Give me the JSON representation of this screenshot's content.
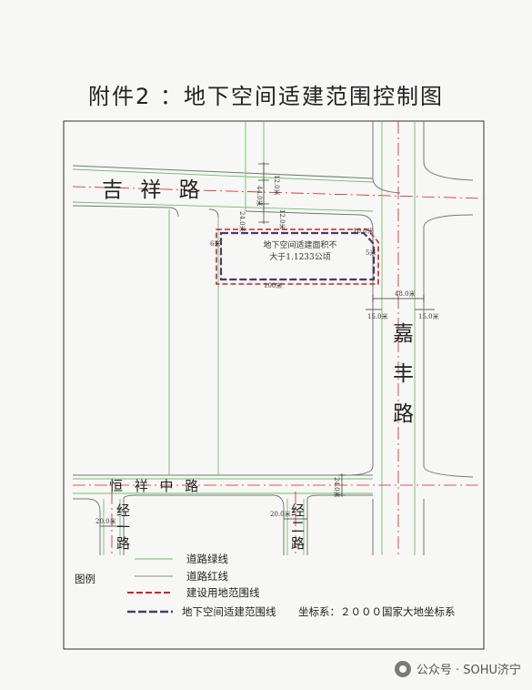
{
  "title": "附件2 ：地下空间适建范围控制图",
  "roads": {
    "jixiang": "吉 祥 路",
    "jiafeng": [
      "嘉",
      "丰",
      "路"
    ],
    "hengxiang": "恒 祥 中 路",
    "jing1": [
      "经",
      "一",
      "路"
    ],
    "jing2": [
      "经",
      "二",
      "路"
    ]
  },
  "dimensions": {
    "d12a": "12.0米",
    "d44": "44.0米",
    "d12b": "12.0米",
    "d24a": "24.0米",
    "d6": "6米",
    "d10": "10.0米",
    "d5": "5米",
    "d100": "100米",
    "d48": "48.0米",
    "d15a": "15.0米",
    "d15b": "15.0米",
    "d24b": "24.0米",
    "d20a": "20.0米",
    "d20b": "20.0米"
  },
  "area_note": {
    "line1": "地下空间适建面积不",
    "line2": "大于1.1233公顷"
  },
  "legend": {
    "heading": "图例",
    "items": [
      {
        "label": "道路绿线",
        "color": "#6cbf6a",
        "style": "solid"
      },
      {
        "label": "道路红线",
        "color": "#888888",
        "style": "solid"
      },
      {
        "label": "建设用地范围线",
        "color": "#d42020",
        "style": "dashed"
      },
      {
        "label": "地下空间适建范围线",
        "color": "#4a3a6a",
        "style": "dashed"
      }
    ],
    "crs": "坐标系：２０００国家大地坐标系"
  },
  "watermark": "公众号 · SOHU济宁",
  "colors": {
    "green": "#6cbf6a",
    "red": "#d42020",
    "purple": "#4a3a6a",
    "road": "#888888"
  }
}
